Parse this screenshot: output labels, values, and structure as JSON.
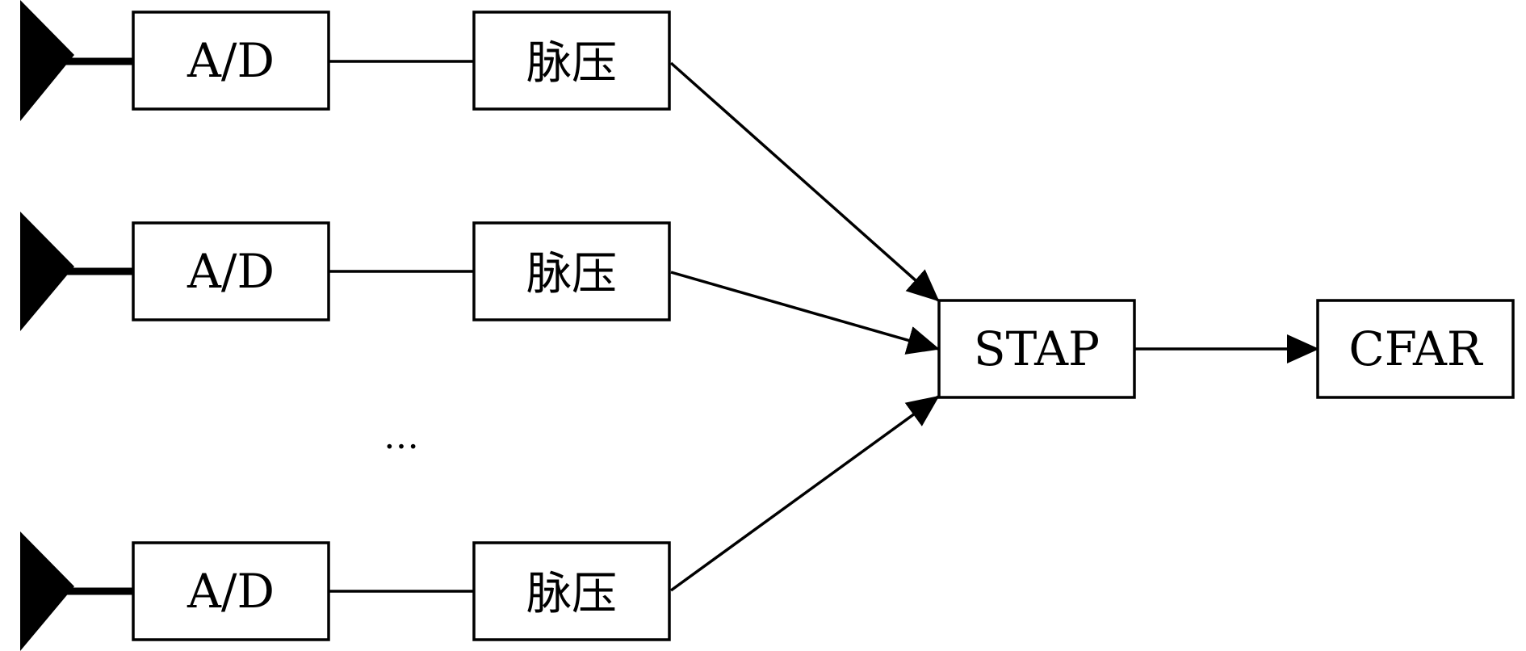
{
  "diagram": {
    "adc_label": "A/D",
    "pulse_compression_label": "脉压",
    "stap_label": "STAP",
    "cfar_label": "CFAR",
    "ellipsis": "…",
    "channel_count_shown": 3
  },
  "colors": {
    "stroke": "#000000",
    "background": "#ffffff"
  }
}
